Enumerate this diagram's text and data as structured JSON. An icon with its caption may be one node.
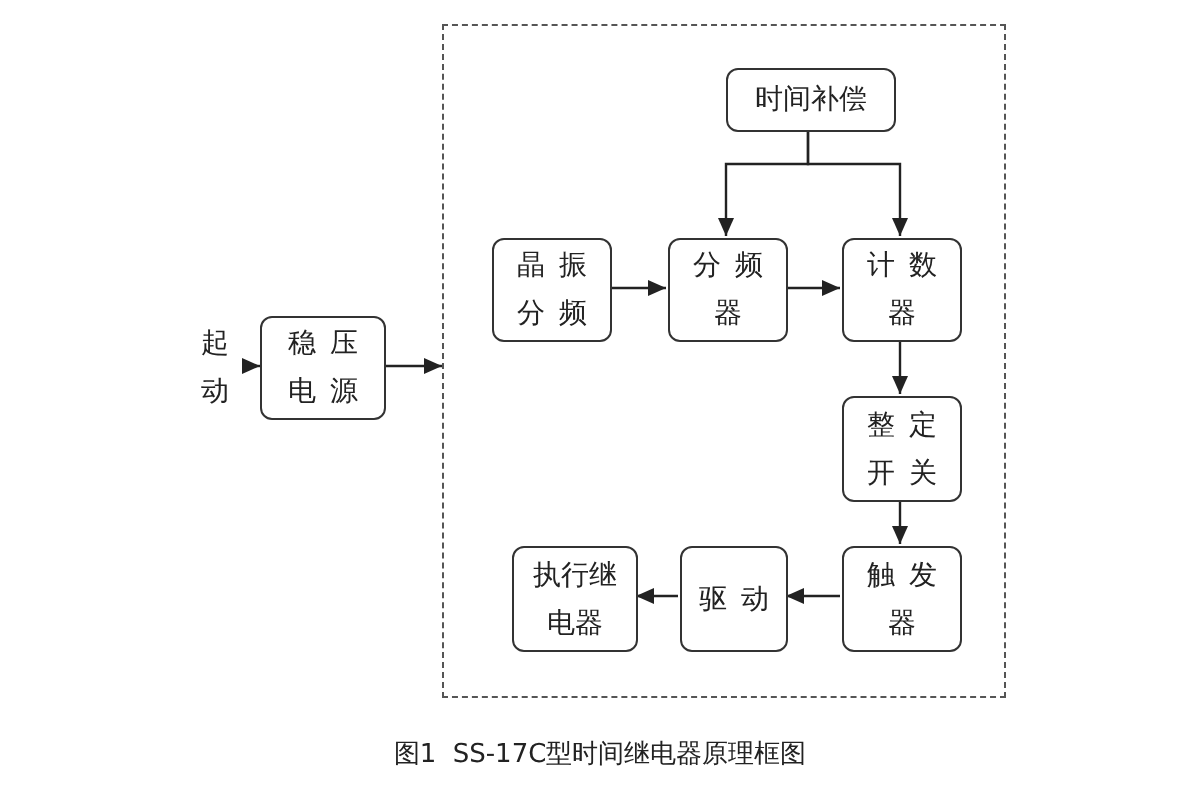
{
  "diagram": {
    "caption": "图1  SS-17C型时间继电器原理框图",
    "nodes": [
      {
        "text": [
          "起动"
        ]
      },
      {
        "text": [
          "稳压电源"
        ]
      },
      {
        "text": [],
        "shape": "box"
      },
      {
        "text": [
          "时间补偿"
        ],
        "in": 2
      },
      {
        "text": [
          "晶振分频"
        ],
        "in": 2
      },
      {
        "text": [
          "分频器"
        ],
        "in": 2
      },
      {
        "text": [
          "计数器"
        ],
        "in": 2
      },
      {
        "text": [
          "整定开关"
        ],
        "in": 2
      },
      {
        "text": [
          "执行继电器"
        ],
        "in": 2
      },
      {
        "text": [
          "驱动"
        ],
        "in": 2
      },
      {
        "text": [
          "触发器"
        ],
        "in": 2
      }
    ],
    "edges": [
      {
        "from": 0,
        "to": 1,
        "arrow": "to"
      },
      {
        "from": 1,
        "to": 2,
        "arrow": "to"
      },
      {
        "from": 3,
        "to": 5,
        "arrow": "to"
      },
      {
        "from": 3,
        "to": 6,
        "arrow": "to"
      },
      {
        "from": 4,
        "to": 5,
        "arrow": "to"
      },
      {
        "from": 5,
        "to": 6,
        "arrow": "to"
      },
      {
        "from": 6,
        "to": 7,
        "arrow": "to"
      },
      {
        "from": 7,
        "to": 10,
        "arrow": "to"
      },
      {
        "from": 10,
        "to": 9,
        "arrow": "to"
      },
      {
        "from": 9,
        "to": 8,
        "arrow": "to"
      }
    ]
  }
}
